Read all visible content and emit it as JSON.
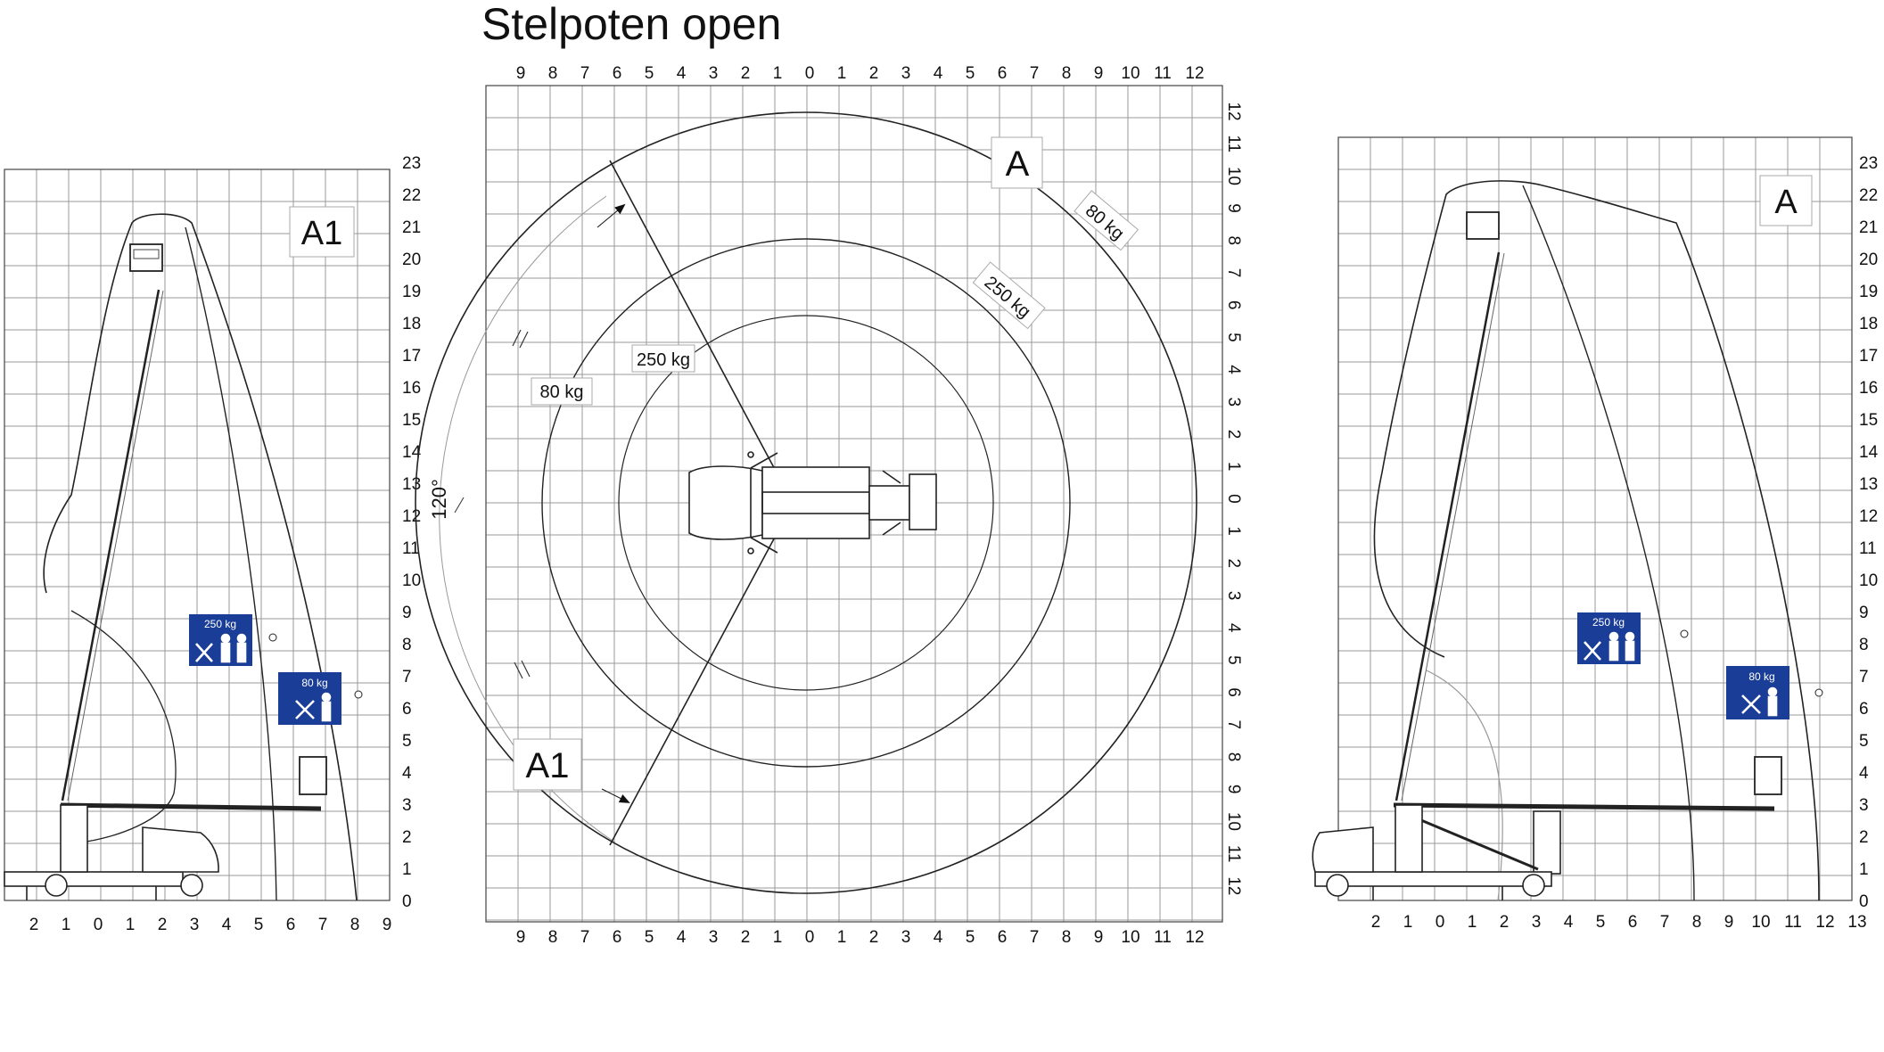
{
  "title": "Stelpoten open",
  "colors": {
    "badge": "#1a3e98",
    "line": "#222222",
    "grid": "#9a9a9a"
  },
  "left_panel": {
    "zone_label": "A1",
    "x_ticks": [
      "2",
      "1",
      "0",
      "1",
      "2",
      "3",
      "4",
      "5",
      "6",
      "7",
      "8",
      "9"
    ],
    "y_ticks": [
      "0",
      "1",
      "2",
      "3",
      "4",
      "5",
      "6",
      "7",
      "8",
      "9",
      "10",
      "11",
      "12",
      "13",
      "14",
      "15",
      "16",
      "17",
      "18",
      "19",
      "20",
      "21",
      "22",
      "23"
    ],
    "badge_high": {
      "load": "250 kg",
      "icon": "tools-and-two-persons-icon"
    },
    "badge_low": {
      "load": "80 kg",
      "icon": "tools-and-one-person-icon"
    }
  },
  "center_panel": {
    "zone_a_label": "A",
    "zone_a1_label": "A1",
    "load_80_top": "80 kg",
    "load_250_top": "250 kg",
    "load_80_left": "80 kg",
    "load_250_left": "250 kg",
    "angle_label": "120°",
    "x_ticks": [
      "9",
      "8",
      "7",
      "6",
      "5",
      "4",
      "3",
      "2",
      "1",
      "0",
      "1",
      "2",
      "3",
      "4",
      "5",
      "6",
      "7",
      "8",
      "9",
      "10",
      "11",
      "12"
    ],
    "y_ticks": [
      "12",
      "11",
      "10",
      "9",
      "8",
      "7",
      "6",
      "5",
      "4",
      "3",
      "2",
      "1",
      "0",
      "1",
      "2",
      "3",
      "4",
      "5",
      "6",
      "7",
      "8",
      "9",
      "10",
      "11",
      "12"
    ]
  },
  "right_panel": {
    "zone_label": "A",
    "x_ticks": [
      "2",
      "1",
      "0",
      "1",
      "2",
      "3",
      "4",
      "5",
      "6",
      "7",
      "8",
      "9",
      "10",
      "11",
      "12",
      "13"
    ],
    "y_ticks": [
      "0",
      "1",
      "2",
      "3",
      "4",
      "5",
      "6",
      "7",
      "8",
      "9",
      "10",
      "11",
      "12",
      "13",
      "14",
      "15",
      "16",
      "17",
      "18",
      "19",
      "20",
      "21",
      "22",
      "23"
    ],
    "badge_high": {
      "load": "250 kg",
      "icon": "tools-and-two-persons-icon"
    },
    "badge_low": {
      "load": "80 kg",
      "icon": "tools-and-one-person-icon"
    }
  }
}
